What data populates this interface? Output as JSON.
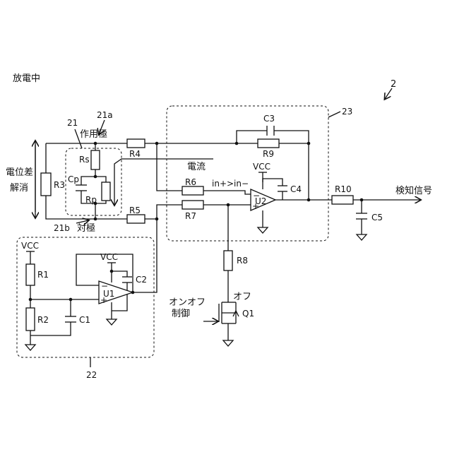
{
  "diagram": {
    "title": "放電中",
    "ref_main": "2",
    "blocks": {
      "b21": "21",
      "b21a": "21a",
      "b21b": "21b",
      "b22": "22",
      "b23": "23"
    },
    "electrodes": {
      "working": "作用極",
      "counter": "対極"
    },
    "labels": {
      "potential_cancel_1": "電位差",
      "potential_cancel_2": "解消",
      "current": "電流",
      "output": "検知信号",
      "onoff_1": "オンオフ",
      "onoff_2": "制御",
      "off": "オフ",
      "in_plus_minus": "in+>in−"
    },
    "components": {
      "Rs": "Rs",
      "Cp": "Cp",
      "Rp": "Rp",
      "R1": "R1",
      "R2": "R2",
      "R3": "R3",
      "R4": "R4",
      "R5": "R5",
      "R6": "R6",
      "R7": "R7",
      "R8": "R8",
      "R9": "R9",
      "R10": "R10",
      "C1": "C1",
      "C2": "C2",
      "C3": "C3",
      "C4": "C4",
      "C5": "C5",
      "U1": "U1",
      "U2": "U2",
      "Q1": "Q1",
      "VCC1": "VCC",
      "VCC2": "VCC",
      "VCC3": "VCC"
    },
    "op_signs": {
      "plus": "+",
      "minus": "−"
    }
  }
}
